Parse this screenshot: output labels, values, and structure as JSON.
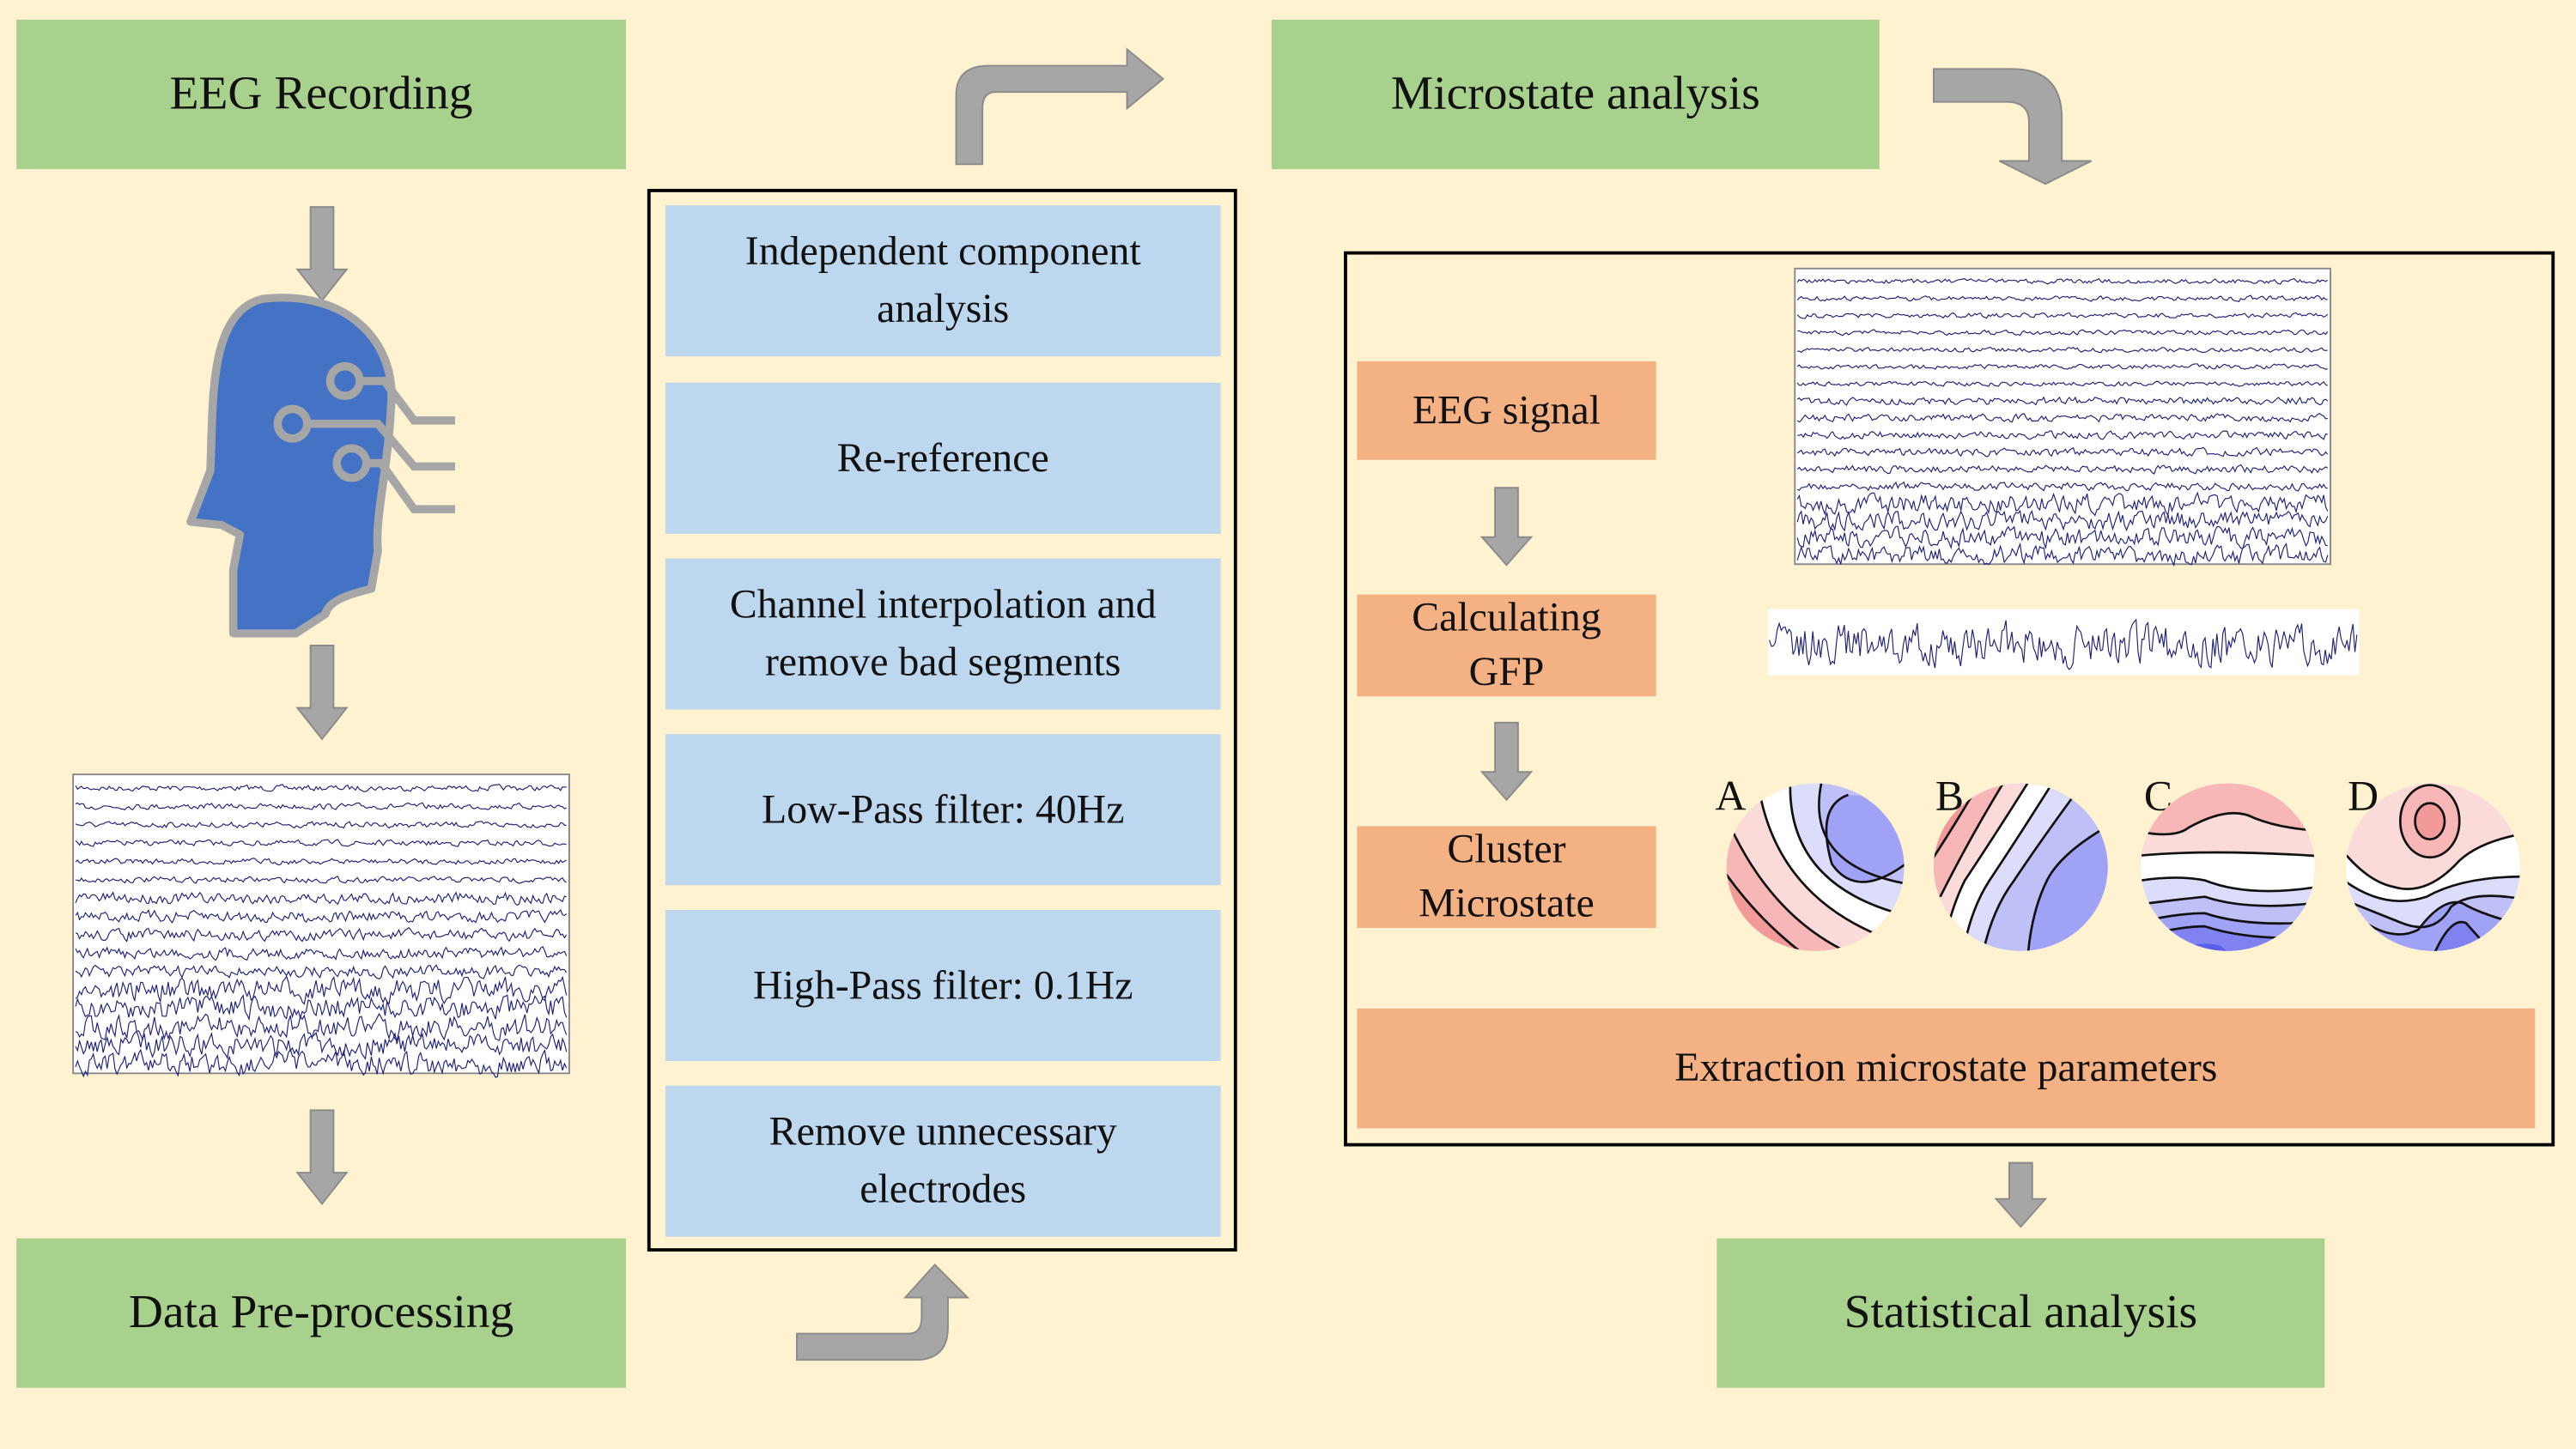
{
  "steps": {
    "eeg_recording": "EEG Recording",
    "data_preprocessing": "Data Pre-processing",
    "microstate_analysis": "Microstate analysis",
    "statistical_analysis": "Statistical analysis"
  },
  "preprocessing_steps": [
    "Independent component analysis",
    "Re-reference",
    "Channel interpolation and remove bad segments",
    "Low-Pass filter: 40Hz",
    "High-Pass filter: 0.1Hz",
    "Remove unnecessary electrodes"
  ],
  "microstate_steps": {
    "eeg_signal": "EEG signal",
    "calculating_gfp": "Calculating GFP",
    "cluster_microstate": "Cluster Microstate",
    "extraction": "Extraction microstate parameters"
  },
  "topomap_labels": [
    "A",
    "B",
    "C",
    "D"
  ],
  "icons": {
    "head": "brain-circuit-head-icon",
    "arrow": "down-arrow-icon"
  },
  "colors": {
    "background": "#fff2d0",
    "step_green": "#a9d18e",
    "preproc_blue": "#bdd7ee",
    "micro_orange": "#f4b183",
    "arrow_gray": "#a6a6a6",
    "head_blue": "#4472c4",
    "trace": "#1f1f7a"
  }
}
